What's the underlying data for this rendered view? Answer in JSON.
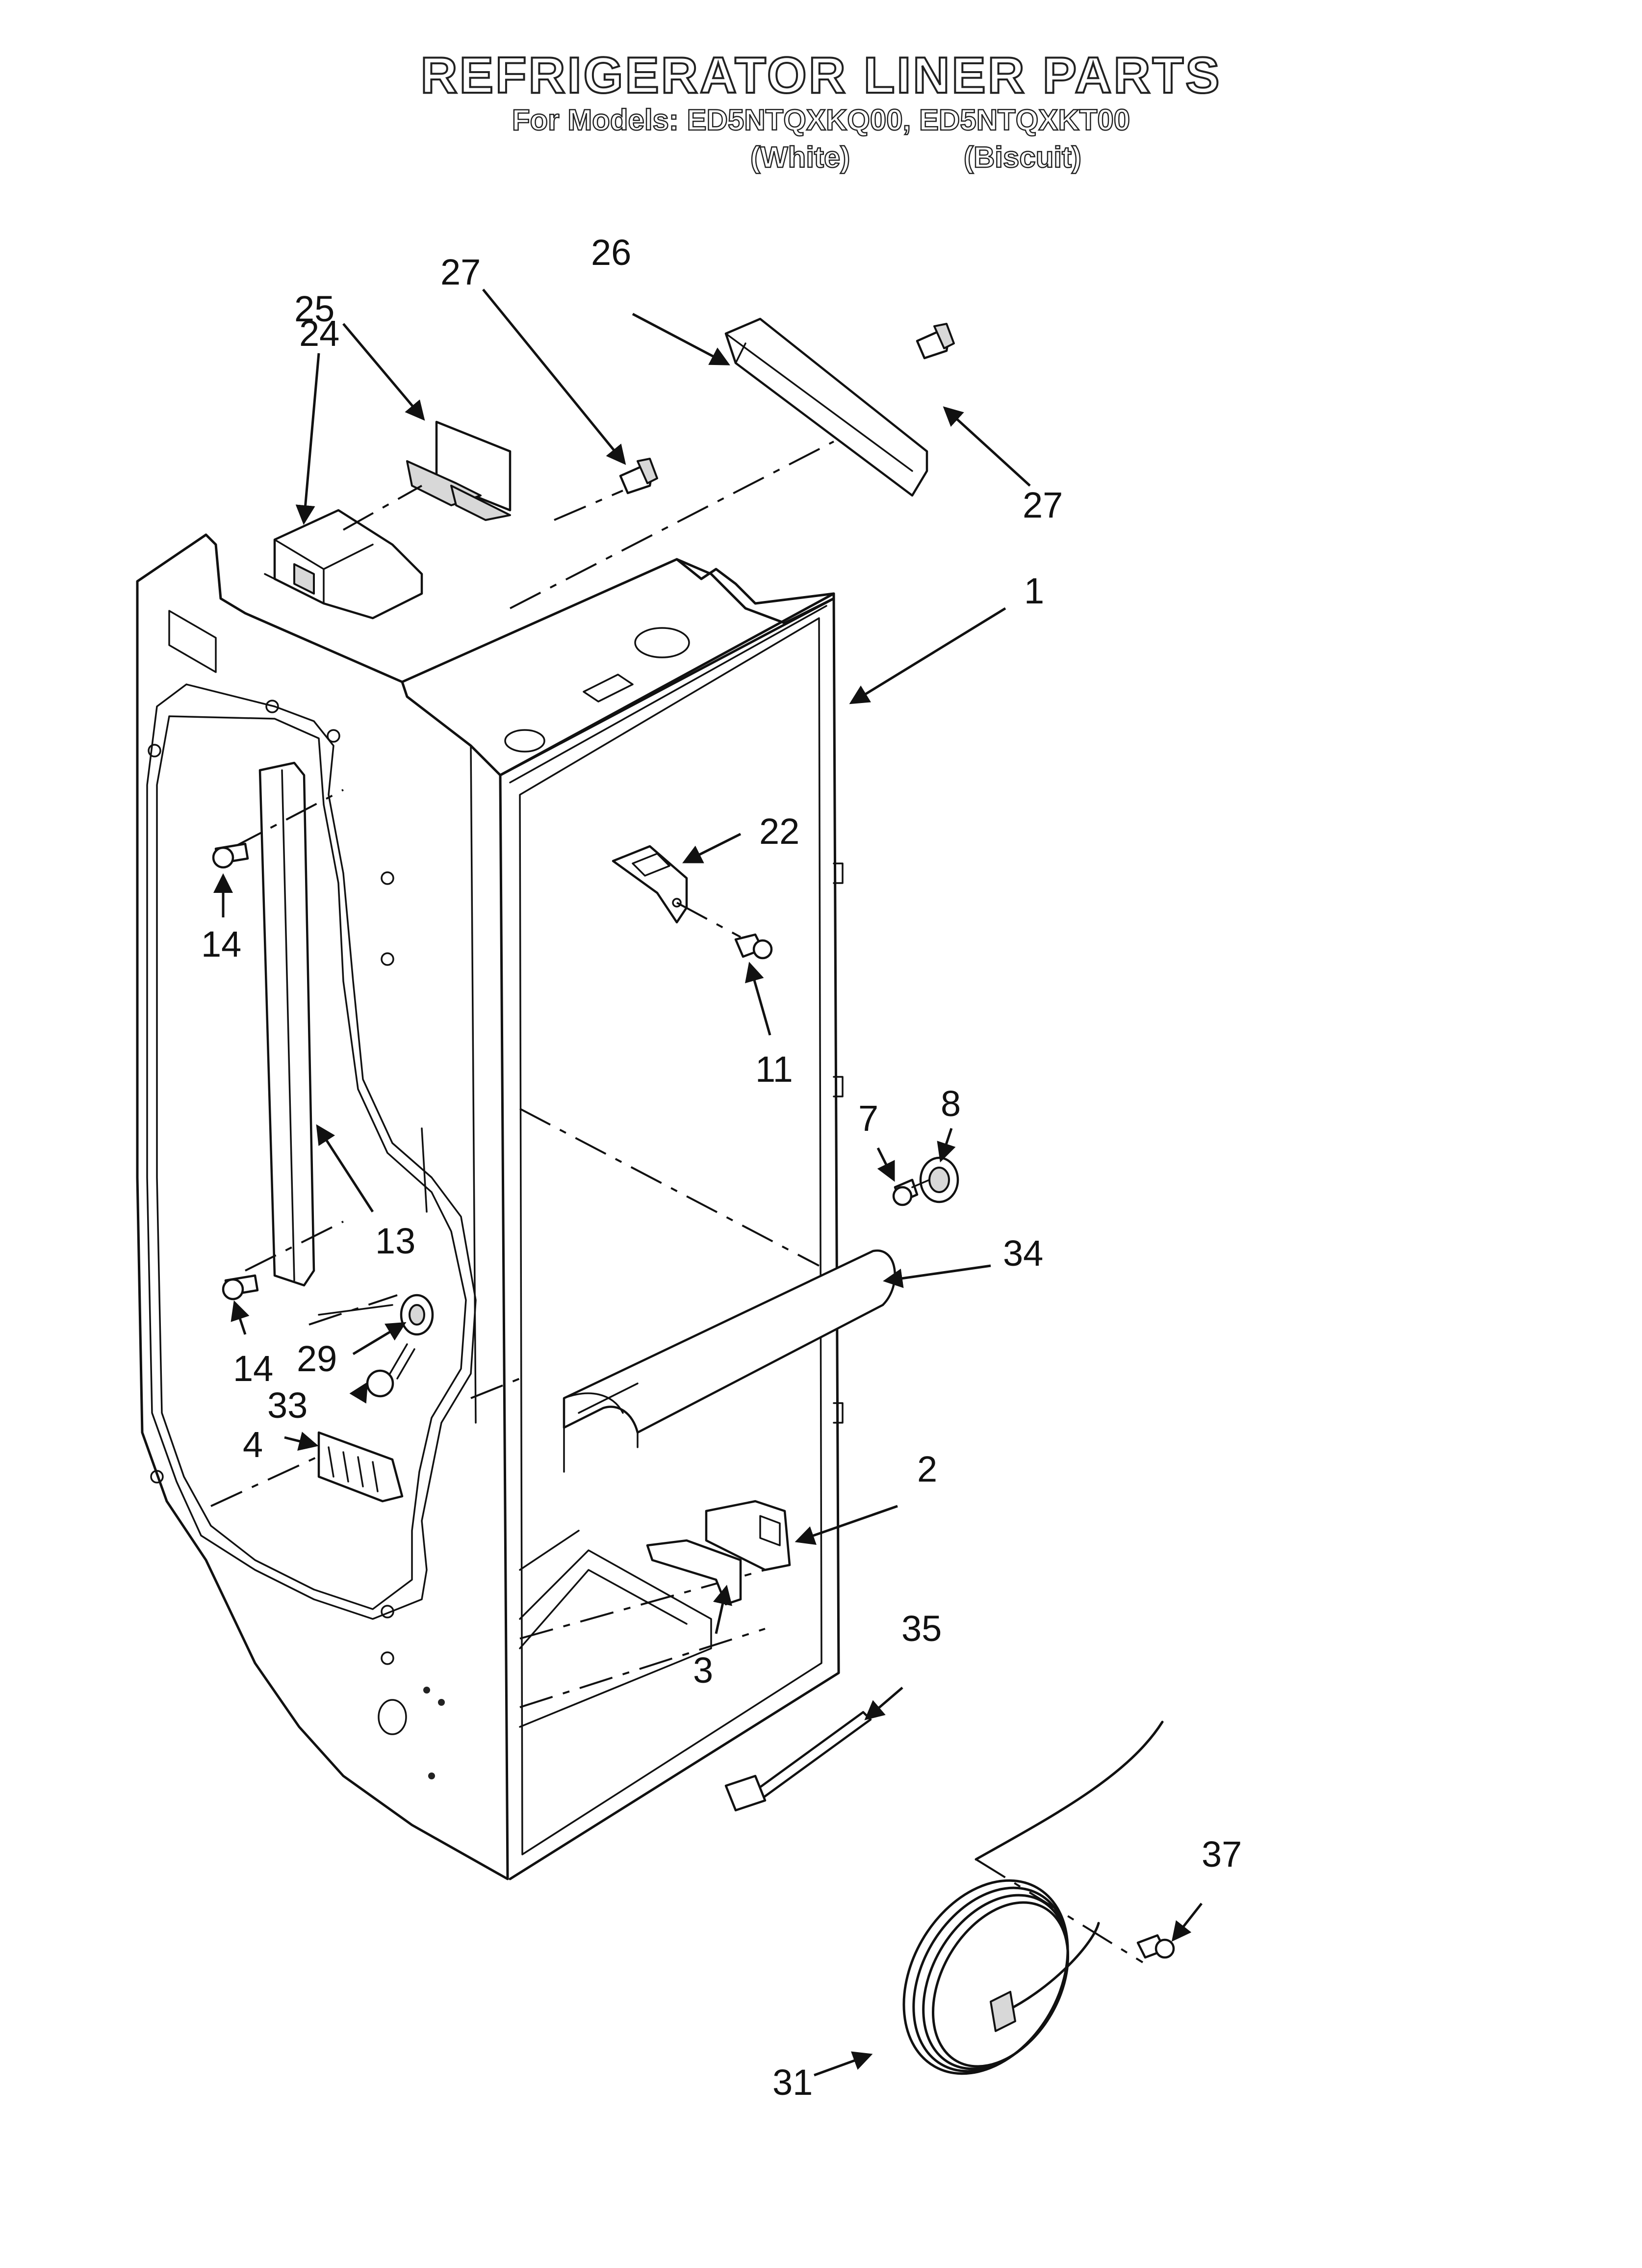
{
  "header": {
    "title": "REFRIGERATOR LINER PARTS",
    "subtitle": "For Models: ED5NTQXKQ00, ED5NTQXKT00",
    "variant_white": "(White)",
    "variant_biscuit": "(Biscuit)"
  },
  "callouts": {
    "c1": "1",
    "c2": "2",
    "c3": "3",
    "c4": "4",
    "c7": "7",
    "c8": "8",
    "c11": "11",
    "c13": "13",
    "c14a": "14",
    "c14b": "14",
    "c22": "22",
    "c24": "24",
    "c25": "25",
    "c26": "26",
    "c27a": "27",
    "c27b": "27",
    "c29": "29",
    "c31": "31",
    "c33": "33",
    "c34": "34",
    "c35": "35",
    "c37": "37"
  },
  "colors": {
    "line": "#111111",
    "background": "#ffffff"
  }
}
